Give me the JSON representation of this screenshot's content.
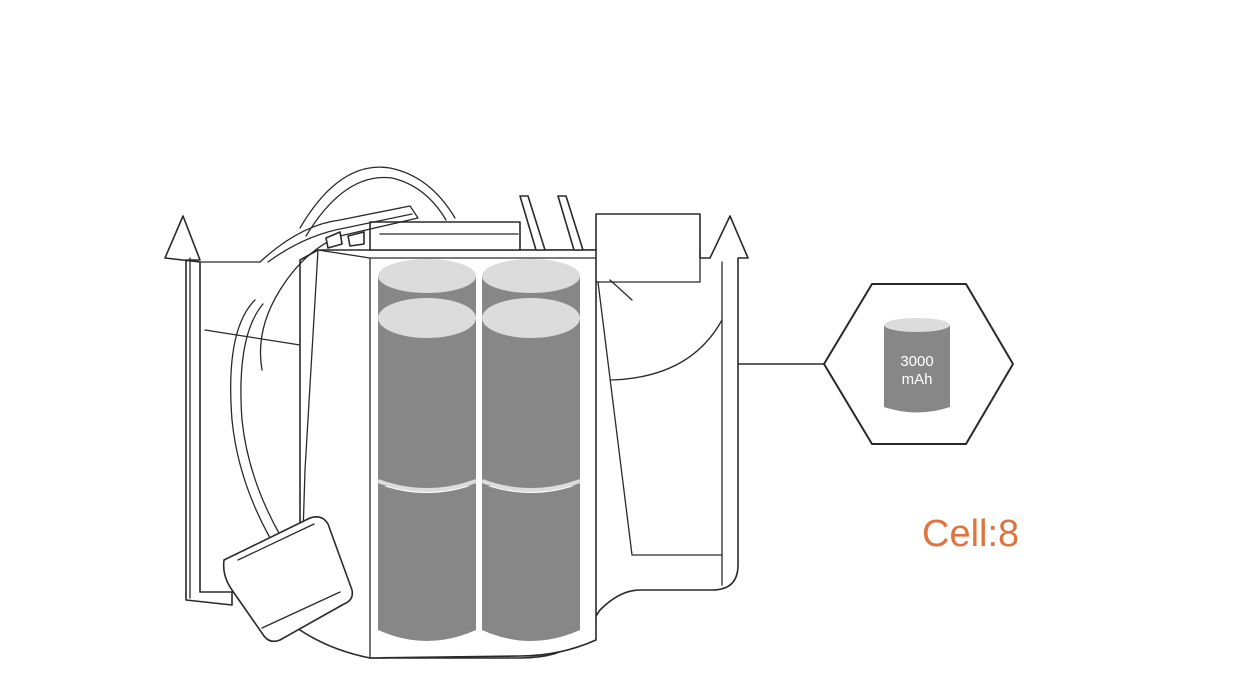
{
  "callout": {
    "capacity_value": "3000",
    "capacity_unit": "mAh",
    "cell_count_label": "Cell:8"
  },
  "colors": {
    "outline": "#2a2a2a",
    "cell_body": "#878787",
    "cell_top": "#dcdcdc",
    "accent_text": "#e0743f"
  }
}
